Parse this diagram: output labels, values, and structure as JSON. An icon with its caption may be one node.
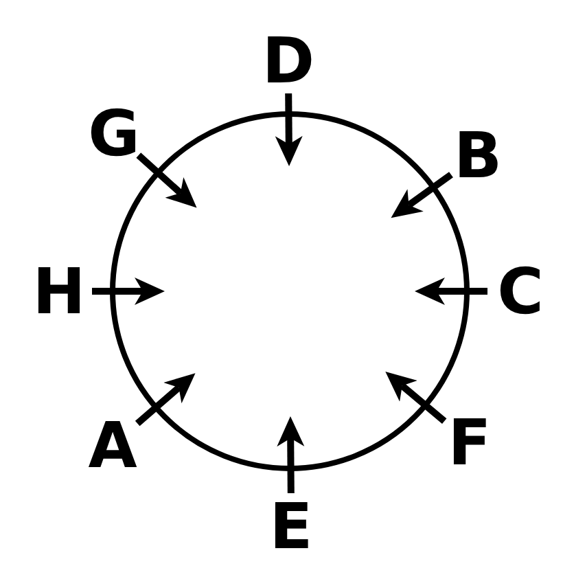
{
  "diagram": {
    "nodes": [
      {
        "text": [],
        "shape": "circle"
      },
      {
        "text": [
          "D"
        ]
      },
      {
        "text": [
          "G"
        ]
      },
      {
        "text": [
          "B"
        ]
      },
      {
        "text": [
          "H"
        ]
      },
      {
        "text": [
          "C"
        ]
      },
      {
        "text": [
          "A"
        ]
      },
      {
        "text": [
          "F"
        ]
      },
      {
        "text": [
          "E"
        ]
      }
    ],
    "edges": [
      {
        "from": 1,
        "to": 0,
        "arrow": "to"
      },
      {
        "from": 2,
        "to": 0,
        "arrow": "to"
      },
      {
        "from": 3,
        "to": 0,
        "arrow": "to"
      },
      {
        "from": 4,
        "to": 0,
        "arrow": "to"
      },
      {
        "from": 5,
        "to": 0,
        "arrow": "to"
      },
      {
        "from": 6,
        "to": 0,
        "arrow": "to"
      },
      {
        "from": 7,
        "to": 0,
        "arrow": "to"
      },
      {
        "from": 8,
        "to": 0,
        "arrow": "to"
      }
    ]
  }
}
